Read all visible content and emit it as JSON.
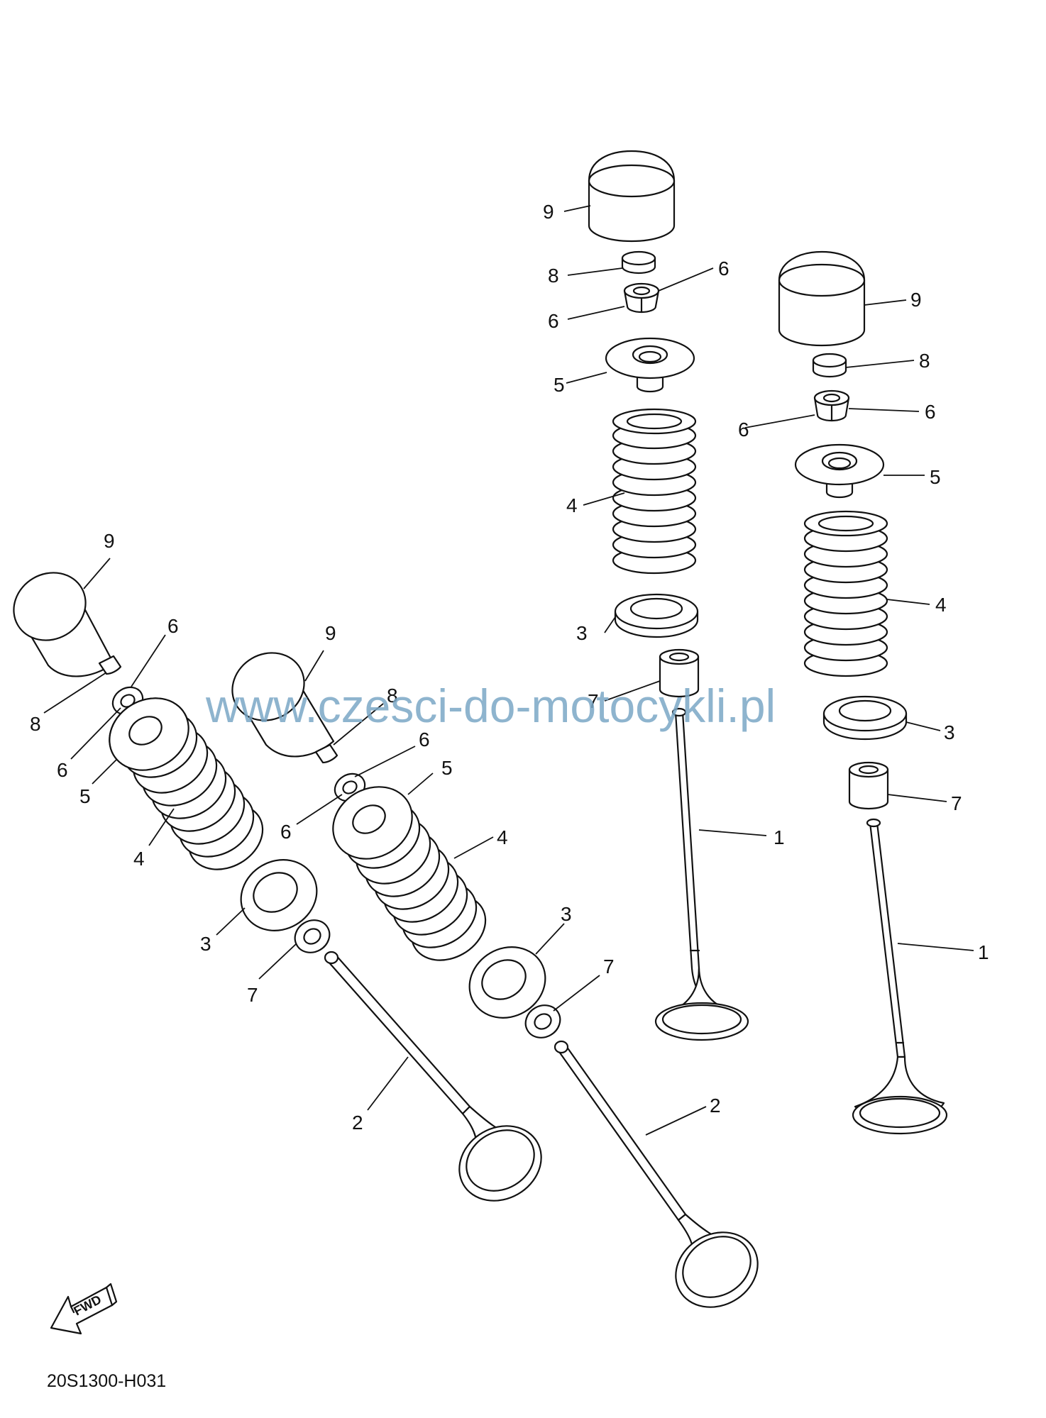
{
  "watermark": "www.czesci-do-motocykli.pl",
  "diagram_code": "20S1300-H031",
  "fwd_label": "FWD",
  "colors": {
    "line": "#111111",
    "watermark": "#7aa7c6",
    "background": "#ffffff"
  },
  "callouts": [
    {
      "n": "9"
    },
    {
      "n": "8"
    },
    {
      "n": "6"
    },
    {
      "n": "6"
    },
    {
      "n": "5"
    },
    {
      "n": "4"
    },
    {
      "n": "3"
    },
    {
      "n": "7"
    },
    {
      "n": "1"
    },
    {
      "n": "9"
    },
    {
      "n": "8"
    },
    {
      "n": "6"
    },
    {
      "n": "6"
    },
    {
      "n": "5"
    },
    {
      "n": "4"
    },
    {
      "n": "3"
    },
    {
      "n": "7"
    },
    {
      "n": "1"
    },
    {
      "n": "9"
    },
    {
      "n": "6"
    },
    {
      "n": "8"
    },
    {
      "n": "6"
    },
    {
      "n": "5"
    },
    {
      "n": "4"
    },
    {
      "n": "3"
    },
    {
      "n": "7"
    },
    {
      "n": "2"
    },
    {
      "n": "9"
    },
    {
      "n": "8"
    },
    {
      "n": "6"
    },
    {
      "n": "5"
    },
    {
      "n": "6"
    },
    {
      "n": "4"
    },
    {
      "n": "3"
    },
    {
      "n": "7"
    },
    {
      "n": "2"
    }
  ]
}
